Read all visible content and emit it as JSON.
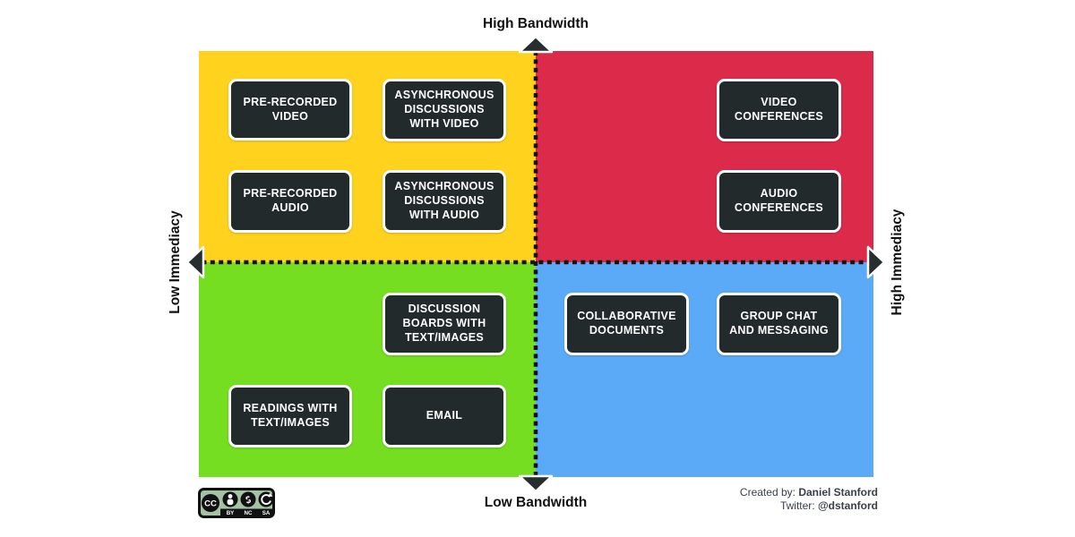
{
  "matrix": {
    "axis_labels": {
      "top": "High Bandwidth",
      "bottom": "Low Bandwidth",
      "left": "Low Immediacy",
      "right": "High Immediacy"
    },
    "quadrants": {
      "top_left": {
        "position": "high-bandwidth-low-immediacy",
        "color": "#FFD21E"
      },
      "top_right": {
        "position": "high-bandwidth-high-immediacy",
        "color": "#DC2A4B"
      },
      "bottom_left": {
        "position": "low-bandwidth-low-immediacy",
        "color": "#76DE21"
      },
      "bottom_right": {
        "position": "low-bandwidth-high-immediacy",
        "color": "#5BAAF7"
      }
    },
    "boxes": [
      {
        "label": "PRE-RECORDED\nVIDEO",
        "quadrant": "top_left"
      },
      {
        "label": "ASYNCHRONOUS\nDISCUSSIONS\nWITH VIDEO",
        "quadrant": "top_left"
      },
      {
        "label": "PRE-RECORDED\nAUDIO",
        "quadrant": "top_left"
      },
      {
        "label": "ASYNCHRONOUS\nDISCUSSIONS\nWITH AUDIO",
        "quadrant": "top_left"
      },
      {
        "label": "VIDEO\nCONFERENCES",
        "quadrant": "top_right"
      },
      {
        "label": "AUDIO\nCONFERENCES",
        "quadrant": "top_right"
      },
      {
        "label": "DISCUSSION\nBOARDS WITH\nTEXT/IMAGES",
        "quadrant": "bottom_left"
      },
      {
        "label": "READINGS WITH\nTEXT/IMAGES",
        "quadrant": "bottom_left"
      },
      {
        "label": "EMAIL",
        "quadrant": "bottom_left"
      },
      {
        "label": "COLLABORATIVE\nDOCUMENTS",
        "quadrant": "bottom_right"
      },
      {
        "label": "GROUP CHAT\nAND MESSAGING",
        "quadrant": "bottom_right"
      }
    ]
  },
  "footer": {
    "license": {
      "name": "CC BY-NC-SA",
      "cc_label": "CC",
      "nc_glyph": "$",
      "labels": [
        "BY",
        "NC",
        "SA"
      ],
      "icons": [
        "cc-icon",
        "by-person-icon",
        "nc-dollar-icon",
        "sa-arrow-icon"
      ]
    },
    "credit": {
      "line1_label": "Created by:",
      "line1_value": "Daniel Stanford",
      "line2_label": "Twitter:",
      "line2_value": "@dstanford"
    }
  },
  "colors": {
    "quadrant_top_left": "#FFD21E",
    "quadrant_top_right": "#DC2A4B",
    "quadrant_bottom_left": "#76DE21",
    "quadrant_bottom_right": "#5BAAF7",
    "item_box": "#232A2B",
    "item_box_border": "#FFFFFF",
    "axis": "#141414",
    "arrow": "#262E30",
    "credit_text": "#39404A",
    "license_bg": "#A6C2A6"
  }
}
